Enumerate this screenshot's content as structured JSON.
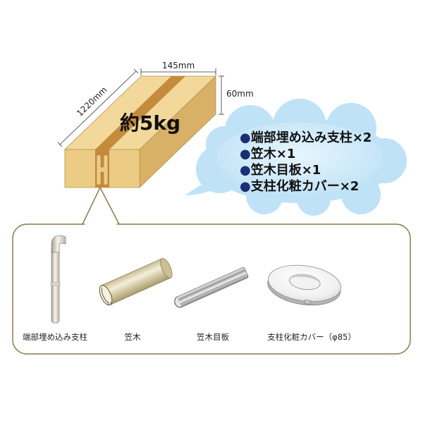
{
  "package": {
    "weight_label": "約5kg",
    "dimensions": {
      "length": "1220mm",
      "width": "145mm",
      "height": "60mm"
    }
  },
  "contents": {
    "items": [
      {
        "bullet": "●",
        "text": "端部埋め込み支柱×2"
      },
      {
        "bullet": "●",
        "text": "笠木×1"
      },
      {
        "bullet": "●",
        "text": "笠木目板×1"
      },
      {
        "bullet": "●",
        "text": "支柱化粧カバー×2"
      }
    ]
  },
  "parts": [
    {
      "label": "端部埋め込み支柱",
      "icon": "pole-icon"
    },
    {
      "label": "笠木",
      "icon": "handrail-tube-icon"
    },
    {
      "label": "笠木目板",
      "icon": "joint-strip-icon"
    },
    {
      "label": "支柱化粧カバー（φ85）",
      "icon": "post-cover-ring-icon"
    }
  ],
  "colors": {
    "box_top": "#f2d89b",
    "box_front": "#eccb84",
    "box_side": "#d8b066",
    "tape": "#c58b3c",
    "cloud": "#bfe2f6",
    "bullet": "#1b2f73",
    "panel_border": "#8a7a48"
  }
}
